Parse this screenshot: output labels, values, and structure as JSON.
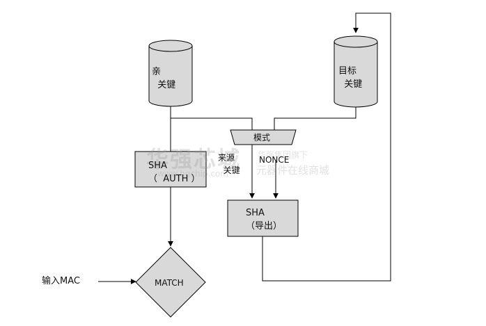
{
  "nodes": {
    "parent_key_db": "亲\n  关键",
    "target_key_db": "目标\n  关键",
    "mode_mux": "模式",
    "sha_auth": "SHA\n（  AUTH ）",
    "sha_export": "SHA\n（导出）",
    "match": "MATCH"
  },
  "labels": {
    "source_key": "来源\n  关键",
    "nonce": "NONCE",
    "input_mac": "输入MAC"
  },
  "watermark": {
    "line1": "华强芯城",
    "line2": "华强集团旗下",
    "line3": "元器件在线商城",
    "url": "www.hqchip.com"
  },
  "colors": {
    "fill": "#d9d9d9",
    "stroke": "#000000"
  }
}
